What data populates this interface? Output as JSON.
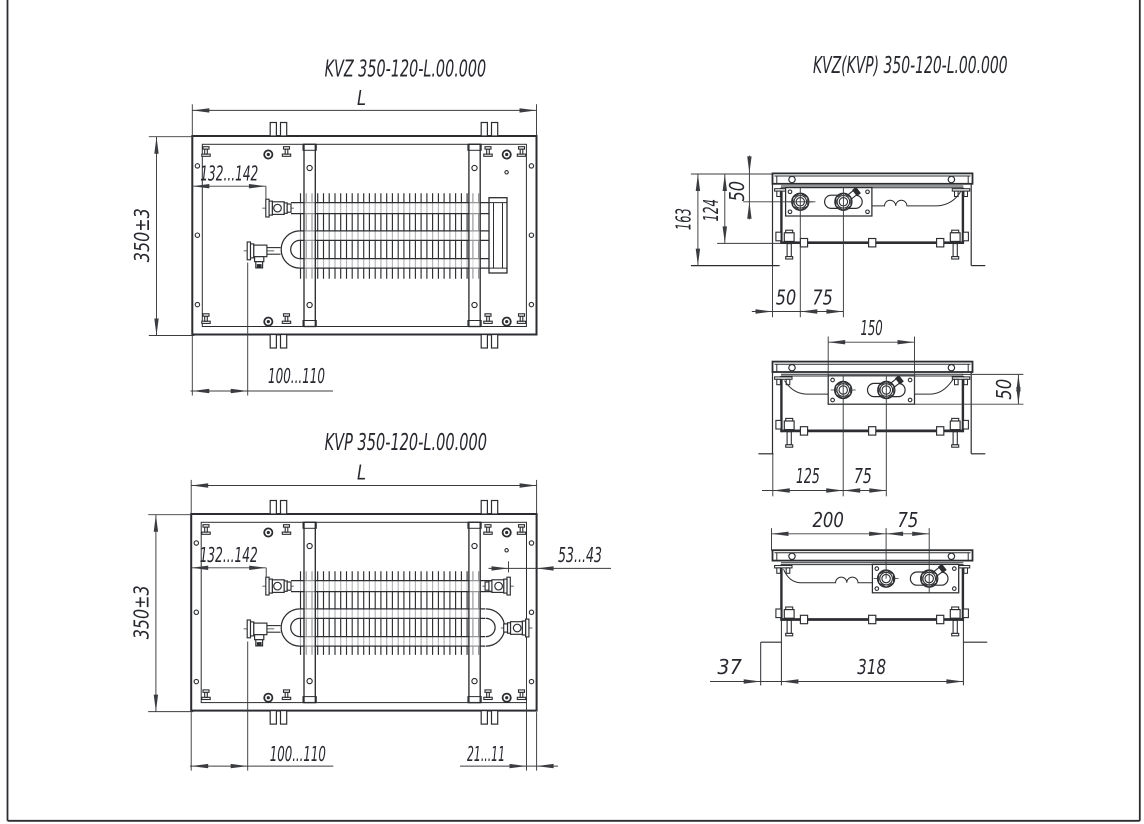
{
  "document": {
    "type": "technical drawing",
    "product": "KVZ/KVP 350-120 in-floor convector installation drawing"
  },
  "views": {
    "kvz_plan": {
      "title": "KVZ 350-120-L.00.000",
      "dim_length": "L",
      "dim_width": "350±3",
      "dim_inlet": "132...142",
      "dim_drain": "100...110"
    },
    "kvp_plan": {
      "title": "KVP 350-120-L.00.000",
      "dim_length": "L",
      "dim_width": "350±3",
      "dim_inlet": "132...142",
      "dim_right_gap": "53...43",
      "dim_drain": "100...110",
      "dim_right_drain": "21...11"
    },
    "section_views": {
      "title": "KVZ(KVP) 350-120-L.00.000",
      "top": {
        "dim_total_depth": "163",
        "dim_body_depth": "124",
        "dim_pipe_depth": "50",
        "dim_pipe_offset": "50",
        "dim_pipe_spacing": "75"
      },
      "middle": {
        "dim_plate_width": "150",
        "dim_plate_height": "50",
        "dim_pipe_offset": "125",
        "dim_pipe_spacing": "75"
      },
      "bottom": {
        "dim_pipe_offset": "200",
        "dim_pipe_spacing": "75",
        "dim_floor_step": "37",
        "dim_body_width": "318"
      }
    }
  }
}
